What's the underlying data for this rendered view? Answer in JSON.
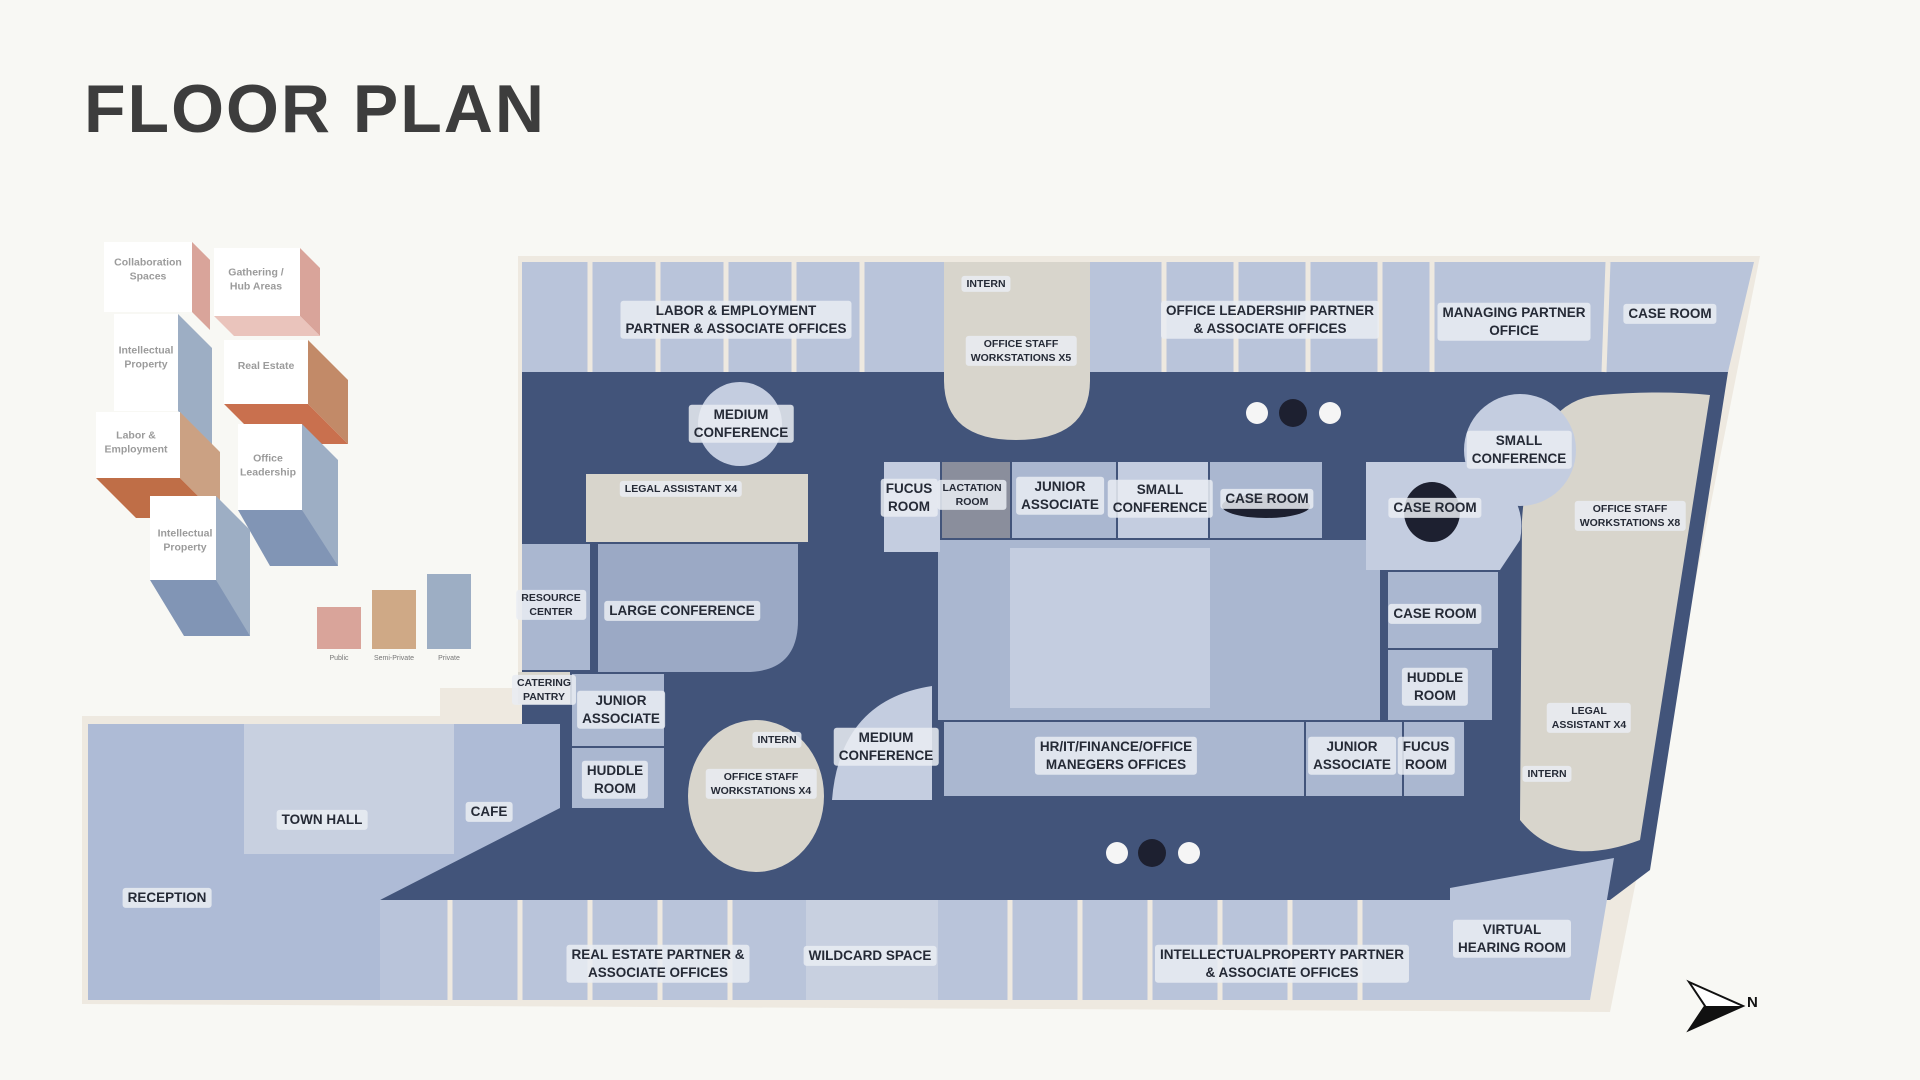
{
  "title": "FLOOR PLAN",
  "legend": {
    "cubes": [
      {
        "label": "Collaboration\nSpaces"
      },
      {
        "label": "Gathering /\nHub Areas"
      },
      {
        "label": "Intellectual\nProperty"
      },
      {
        "label": "Real Estate"
      },
      {
        "label": "Labor &\nEmployment"
      },
      {
        "label": "Office\nLeadership"
      },
      {
        "label": "Intellectual\nProperty"
      }
    ],
    "bars": [
      {
        "label": "Public",
        "color": "#d9a49a"
      },
      {
        "label": "Semi-Private",
        "color": "#cfa986"
      },
      {
        "label": "Private",
        "color": "#9daec4"
      }
    ]
  },
  "colors": {
    "corridor": "#3f5177",
    "room": "#9cabc6",
    "room_light": "#b7c2d8",
    "wall": "#f0ece4",
    "collab": "#d9a49a",
    "semi": "#cfa986",
    "private": "#9daec4"
  },
  "rooms": [
    {
      "label": "LABOR & EMPLOYMENT\nPARTNER & ASSOCIATE OFFICES"
    },
    {
      "label": "INTERN"
    },
    {
      "label": "OFFICE STAFF\nWORKSTATIONS X5"
    },
    {
      "label": "OFFICE LEADERSHIP  PARTNER\n& ASSOCIATE OFFICES"
    },
    {
      "label": "MANAGING PARTNER\nOFFICE"
    },
    {
      "label": "CASE ROOM"
    },
    {
      "label": "MEDIUM\nCONFERENCE"
    },
    {
      "label": "SMALL\nCONFERENCE"
    },
    {
      "label": "OFFICE STAFF\nWORKSTATIONS X8"
    },
    {
      "label": "LEGAL ASSISTANT X4"
    },
    {
      "label": "FUCUS\nROOM"
    },
    {
      "label": "LACTATION\nROOM"
    },
    {
      "label": "JUNIOR\nASSOCIATE"
    },
    {
      "label": "SMALL\nCONFERENCE"
    },
    {
      "label": "CASE ROOM"
    },
    {
      "label": "CASE ROOM"
    },
    {
      "label": "RESOURCE\nCENTER"
    },
    {
      "label": "LARGE CONFERENCE"
    },
    {
      "label": "CASE ROOM"
    },
    {
      "label": "HUDDLE\nROOM"
    },
    {
      "label": "CATERING\nPANTRY"
    },
    {
      "label": "JUNIOR\nASSOCIATE"
    },
    {
      "label": "LEGAL\nASSISTANT X4"
    },
    {
      "label": "INTERN"
    },
    {
      "label": "OFFICE STAFF\nWORKSTATIONS X4"
    },
    {
      "label": "MEDIUM\nCONFERENCE"
    },
    {
      "label": "HR/IT/FINANCE/OFFICE\nMANEGERS OFFICES"
    },
    {
      "label": "JUNIOR\nASSOCIATE"
    },
    {
      "label": "FUCUS\nROOM"
    },
    {
      "label": "INTERN"
    },
    {
      "label": "HUDDLE\nROOM"
    },
    {
      "label": "TOWN HALL"
    },
    {
      "label": "CAFE"
    },
    {
      "label": "RECEPTION"
    },
    {
      "label": "REAL ESTATE PARTNER &\nASSOCIATE OFFICES"
    },
    {
      "label": "WILDCARD SPACE"
    },
    {
      "label": "INTELLECTUALPROPERTY  PARTNER\n& ASSOCIATE OFFICES"
    },
    {
      "label": "VIRTUAL\nHEARING ROOM"
    }
  ],
  "north_label": "N"
}
